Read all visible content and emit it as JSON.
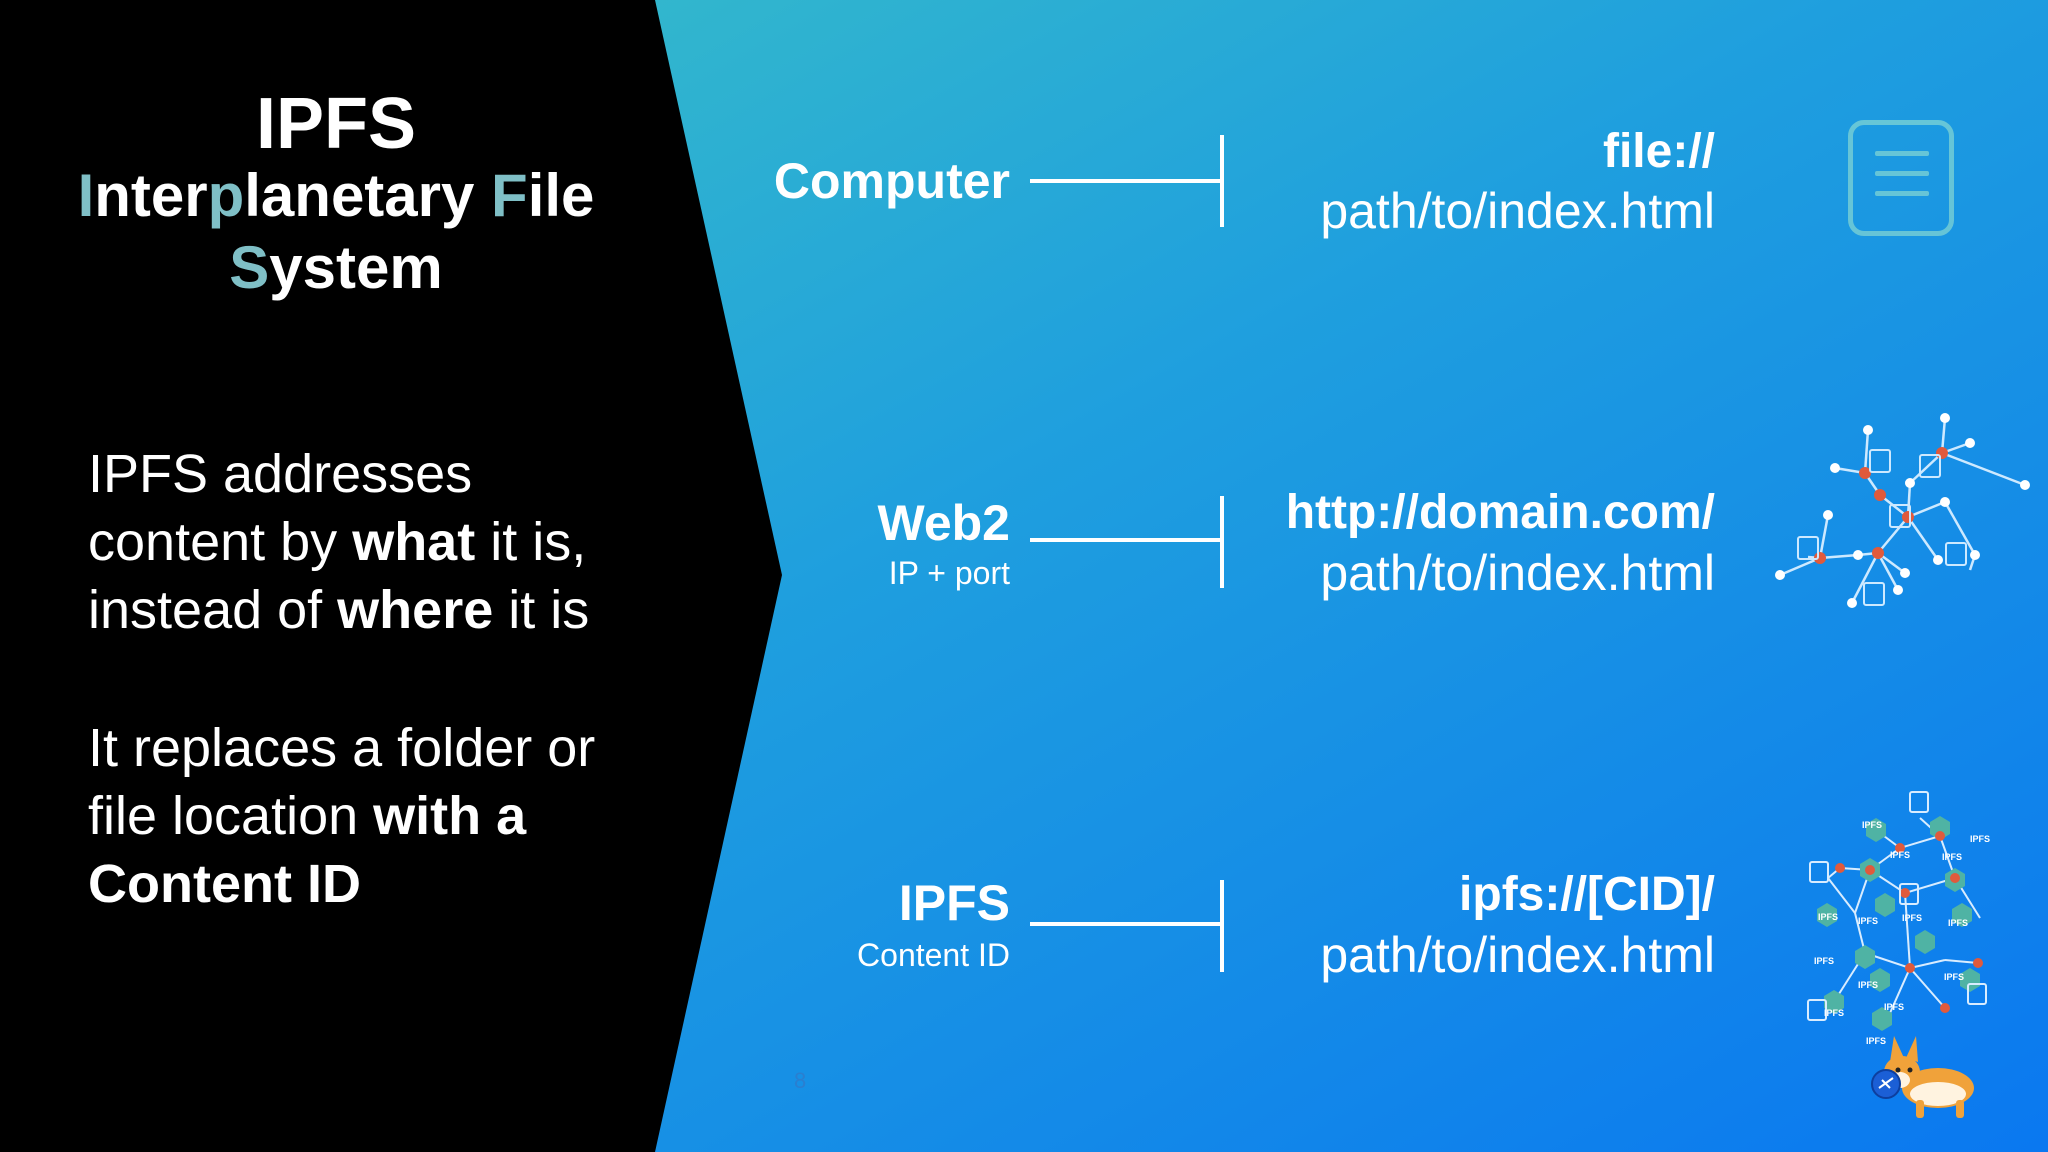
{
  "left": {
    "title_line1": "IPFS",
    "title_line2_segments": [
      "I",
      "nter",
      "p",
      "lanetary ",
      "F",
      "ile"
    ],
    "title_line3_segments": [
      "S",
      "ystem"
    ],
    "para1": {
      "a": "IPFS addresses",
      "b": "content by ",
      "c": "what",
      "d": " it is,",
      "e": "instead of ",
      "f": "where",
      "g": " it is"
    },
    "para2": {
      "a": "It replaces a folder or",
      "b": "file location ",
      "c": "with a",
      "d": "Content ID"
    }
  },
  "rows": [
    {
      "label": "Computer",
      "sublabel": "",
      "uri_line1": "file://",
      "uri_line2": "path/to/index.html"
    },
    {
      "label": "Web2",
      "sublabel": "IP + port",
      "uri_line1": "http://domain.com/",
      "uri_line2": "path/to/index.html"
    },
    {
      "label": "IPFS",
      "sublabel": "Content ID",
      "uri_line1": "ipfs://[CID]/",
      "uri_line2": "path/to/index.html"
    }
  ],
  "ipfs_node_label": "IPFS",
  "page_number": "8",
  "icons": [
    "document-icon",
    "network-graph-icon",
    "ipfs-network-icon",
    "corgi-mascot-icon"
  ],
  "colors": {
    "left_panel": "#000000",
    "gradient_top_left": "#3cc3c4",
    "gradient_bottom_right": "#0a78f0",
    "title_highlight": "#7fbfc6",
    "node_red": "#e05a3c",
    "node_hex": "#4fb3a4"
  }
}
